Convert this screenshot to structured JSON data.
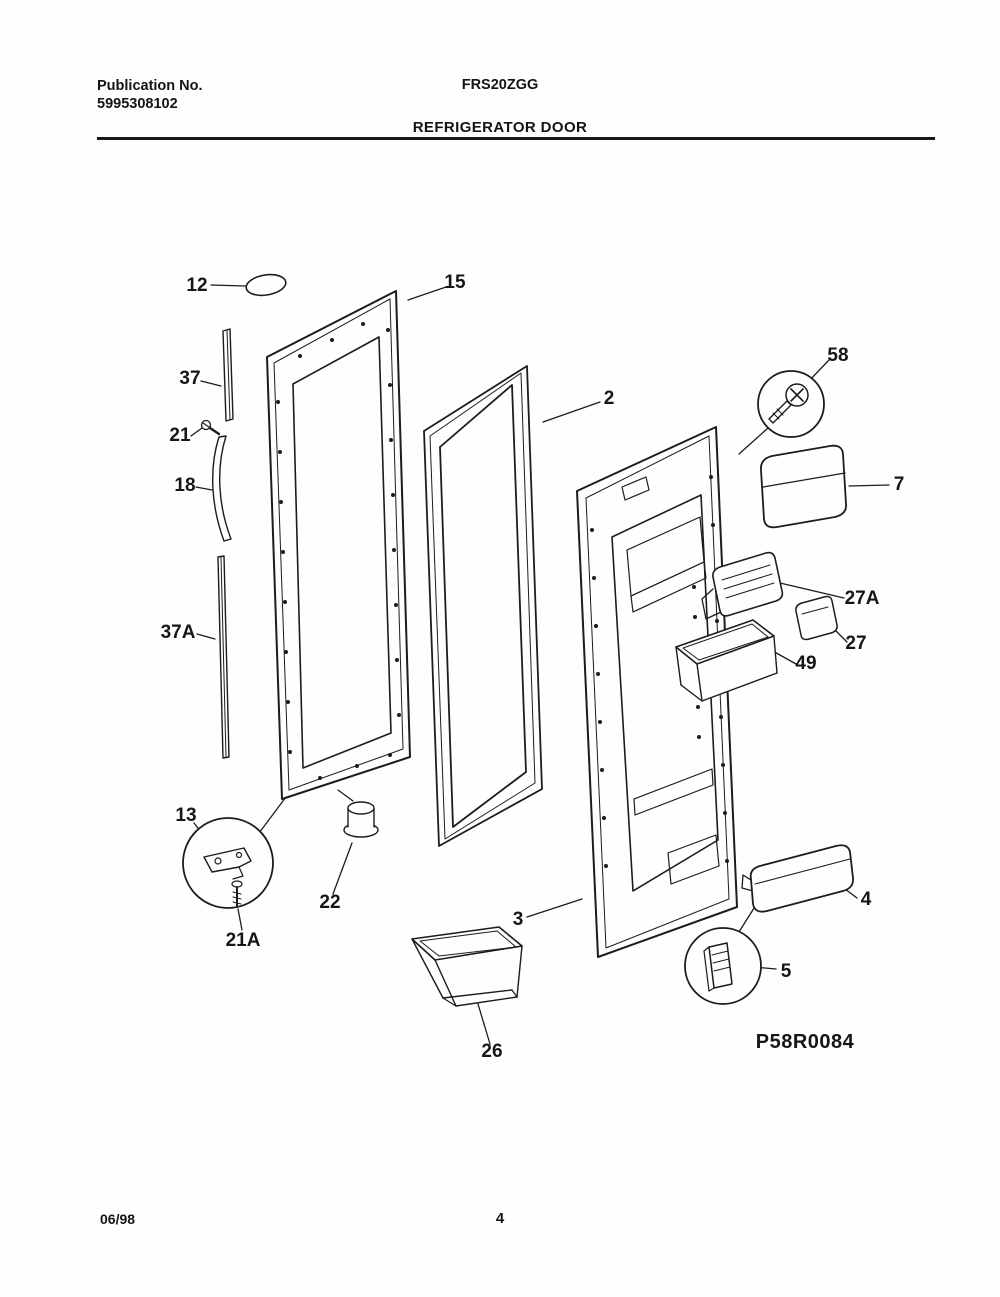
{
  "header": {
    "publication_label": "Publication No.",
    "publication_number": "5995308102",
    "model": "FRS20ZGG",
    "title": "REFRIGERATOR DOOR"
  },
  "diagram": {
    "code": "P58R0084",
    "callouts": {
      "c12": "12",
      "c15": "15",
      "c37": "37",
      "c21": "21",
      "c18": "18",
      "c37a": "37A",
      "c2": "2",
      "c58": "58",
      "c7": "7",
      "c27a": "27A",
      "c27": "27",
      "c49": "49",
      "c13": "13",
      "c21a": "21A",
      "c22": "22",
      "c3": "3",
      "c26": "26",
      "c4": "4",
      "c5": "5"
    }
  },
  "footer": {
    "date": "06/98",
    "page": "4"
  }
}
